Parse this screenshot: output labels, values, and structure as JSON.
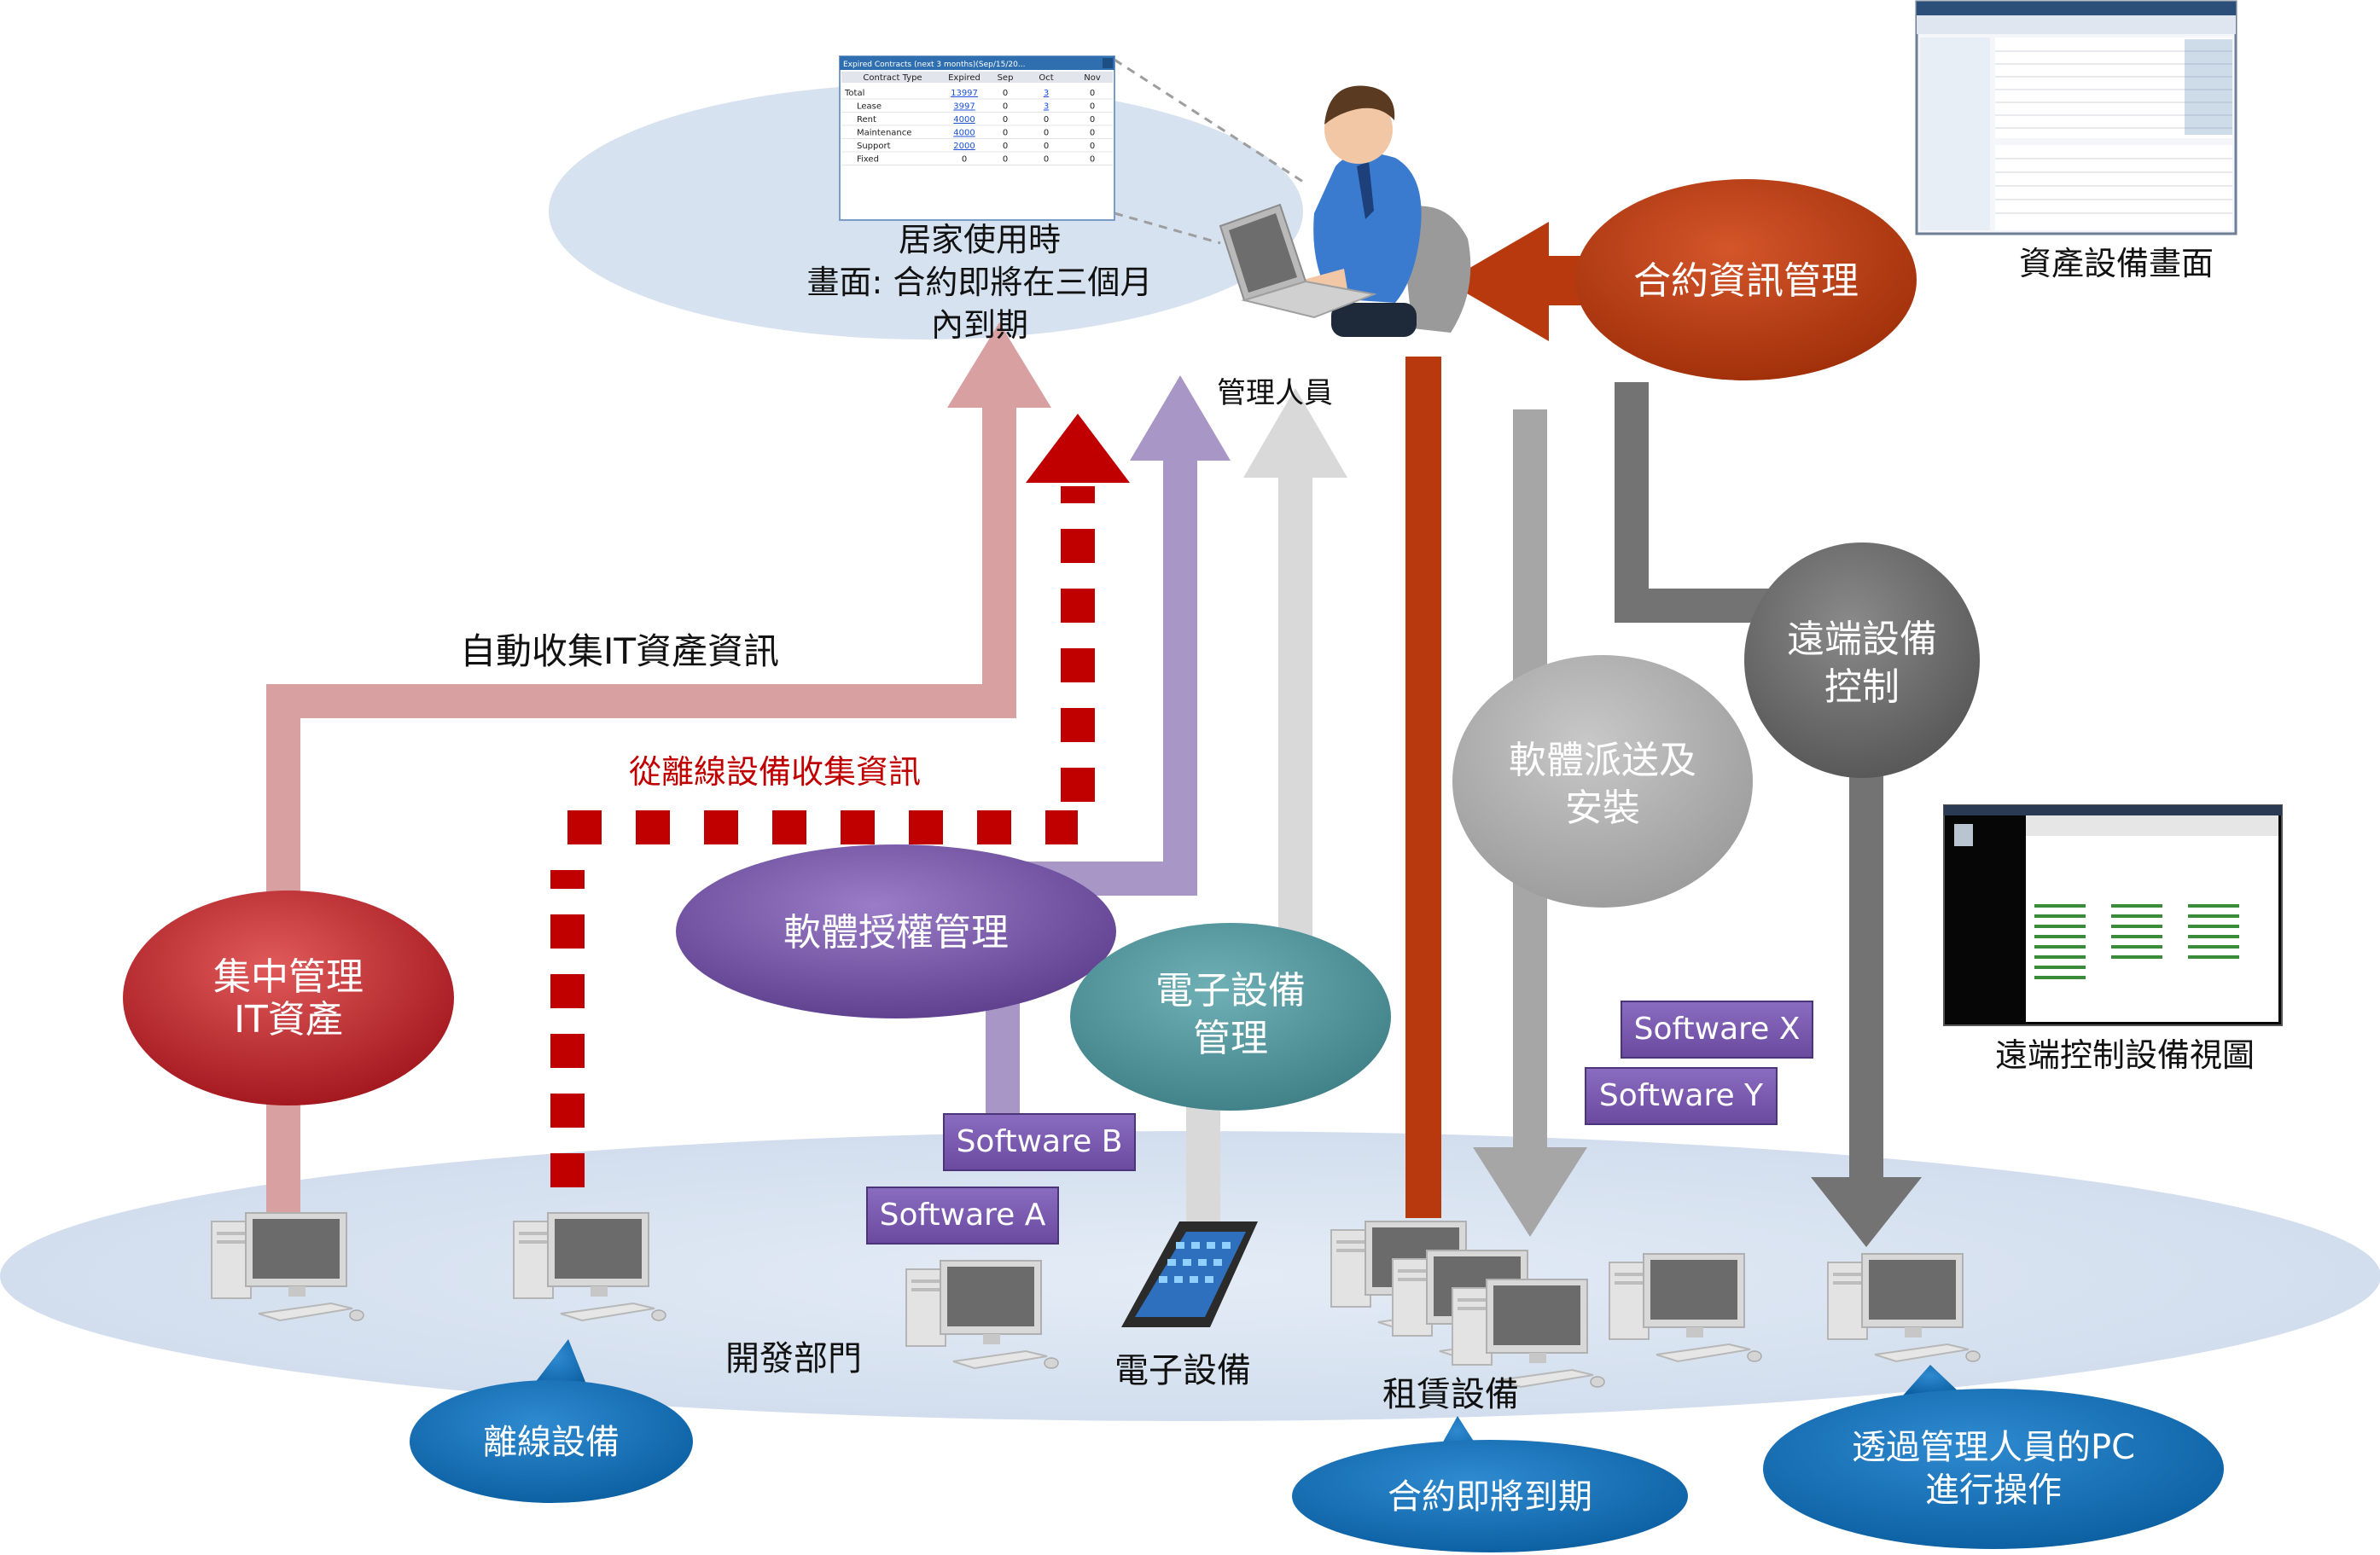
{
  "manager": {
    "label": "管理人員",
    "home_caption": [
      "居家使用時",
      "畫面: 合約即將在三個月",
      "內到期"
    ]
  },
  "contract_window": {
    "title": "Expired Contracts (next 3 months)(Sep/15/20...",
    "columns": [
      "Contract Type",
      "Expired",
      "Sep",
      "Oct",
      "Nov"
    ],
    "rows": [
      {
        "type": "Total",
        "expired": "13997",
        "sep": "0",
        "oct": "3",
        "nov": "0"
      },
      {
        "type": "Lease",
        "expired": "3997",
        "sep": "0",
        "oct": "3",
        "nov": "0"
      },
      {
        "type": "Rent",
        "expired": "4000",
        "sep": "0",
        "oct": "0",
        "nov": "0"
      },
      {
        "type": "Maintenance",
        "expired": "4000",
        "sep": "0",
        "oct": "0",
        "nov": "0"
      },
      {
        "type": "Support",
        "expired": "2000",
        "sep": "0",
        "oct": "0",
        "nov": "0"
      },
      {
        "type": "Fixed",
        "expired": "0",
        "sep": "0",
        "oct": "0",
        "nov": "0"
      }
    ]
  },
  "labels": {
    "auto_collect": "自動收集IT資產資訊",
    "offline_collect": "從離線設備收集資訊",
    "asset_screen": "資產設備畫面",
    "remote_view": "遠端控制設備視圖",
    "dev_dept": "開發部門",
    "e_device": "電子設備",
    "lease_device": "租賃設備"
  },
  "ellipses": {
    "central_it": [
      "集中管理",
      "IT資產"
    ],
    "license_mgmt": "軟體授權管理",
    "e_device_mgmt": [
      "電子設備",
      "管理"
    ],
    "contract_mgmt": "合約資訊管理",
    "sw_deploy": [
      "軟體派送及",
      "安裝"
    ],
    "remote_control": [
      "遠端設備",
      "控制"
    ]
  },
  "callouts": {
    "offline": "離線設備",
    "expiring": "合約即將到期",
    "via_pc": [
      "透過管理人員的PC",
      "進行操作"
    ]
  },
  "software_boxes": {
    "a": "Software A",
    "b": "Software B",
    "x": "Software X",
    "y": "Software Y"
  },
  "colors": {
    "pink": "#d8a0a0",
    "red_dotted": "#c00000",
    "purple": "#a896c6",
    "light_gray": "#d9d9d9",
    "orange": "#b8390e",
    "mid_gray": "#a6a6a6",
    "dark_gray": "#737373",
    "crimson_ellipse": "#b11f24",
    "violet_ellipse": "#6e4e9e",
    "teal_ellipse": "#4a8f96",
    "blue_callout": "#0d6eb5",
    "platform": "#dbe5f1"
  }
}
